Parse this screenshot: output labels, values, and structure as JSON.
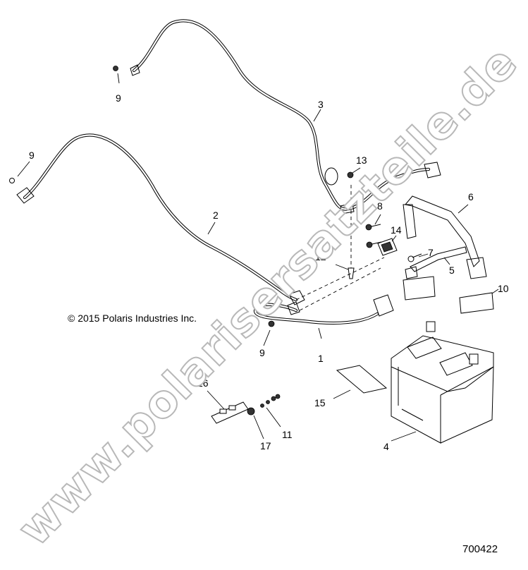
{
  "copyright": "© 2015 Polaris Industries Inc.",
  "drawing_number": "700422",
  "watermark": "www.polarisersatzteile.de",
  "callouts": {
    "c1": "1",
    "c2": "2",
    "c3": "3",
    "c4": "4",
    "c5": "5",
    "c6": "6",
    "c7": "7",
    "c8": "8",
    "c9a": "9",
    "c9b": "9",
    "c9c": "9",
    "c10": "10",
    "c11": "11",
    "c12": "12",
    "c13": "13",
    "c14": "14",
    "c15": "15",
    "c16": "16",
    "c17": "17"
  }
}
